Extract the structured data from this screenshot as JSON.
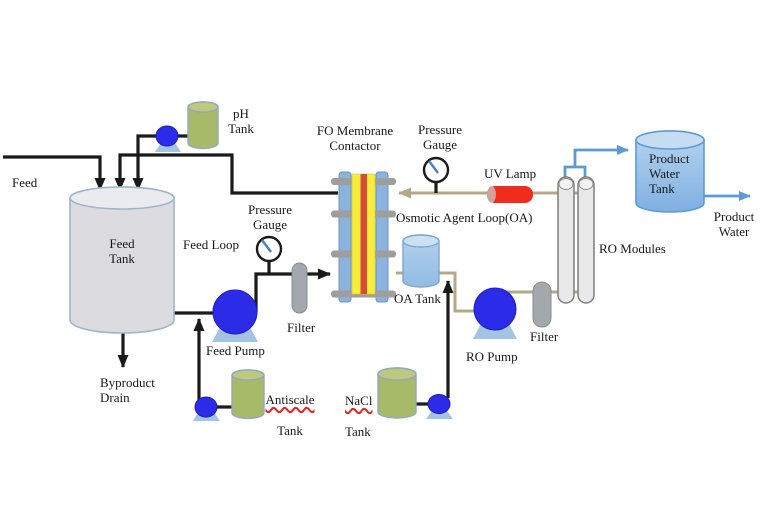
{
  "diagram_type": "process-flow-diagram",
  "labels": {
    "feed": "Feed",
    "feed_tank": "Feed\nTank",
    "ph_tank": "pH\nTank",
    "fo_membrane_contactor": "FO Membrane\nContactor",
    "pressure_gauge_feed": "Pressure\nGauge",
    "pressure_gauge_oa": "Pressure\nGauge",
    "uv_lamp": "UV Lamp",
    "osmotic_agent_loop": "Osmotic Agent Loop(OA)",
    "product_water_tank": "Product\nWater\nTank",
    "product_water": "Product\nWater",
    "ro_modules": "RO Modules",
    "feed_loop": "Feed Loop",
    "filter_feed": "Filter",
    "filter_oa": "Filter",
    "feed_pump": "Feed Pump",
    "oa_tank": "OA Tank",
    "ro_pump": "RO Pump",
    "byproduct_drain": "Byproduct\nDrain",
    "antiscale_word": "Antiscale",
    "antiscale_tank_word": "Tank",
    "nacl_word": "NaCl",
    "nacl_tank_word": "Tank"
  },
  "colors": {
    "line_black": "#1a1a1a",
    "line_tan": "#b3a888",
    "line_blue": "#5b9bd5",
    "pump_blue": "#2b2be8",
    "pump_base_blue": "#a3c4e2",
    "tank_green": "#a7ba68",
    "tank_green_top": "#bcc97e",
    "feed_tank_gray": "#dcdce0",
    "oa_tank_blue": "#a9cbea",
    "product_tank_blue": "#8fbbe6",
    "ro_module_gray": "#e8e8e8",
    "uv_lamp_red": "#f22c1c",
    "membrane_blue": "#8cb3de",
    "membrane_yellow": "#f7ee3c",
    "membrane_red": "#d84a38",
    "filter_gray": "#a2a8ac",
    "misspell_underline": "#e8241c"
  }
}
